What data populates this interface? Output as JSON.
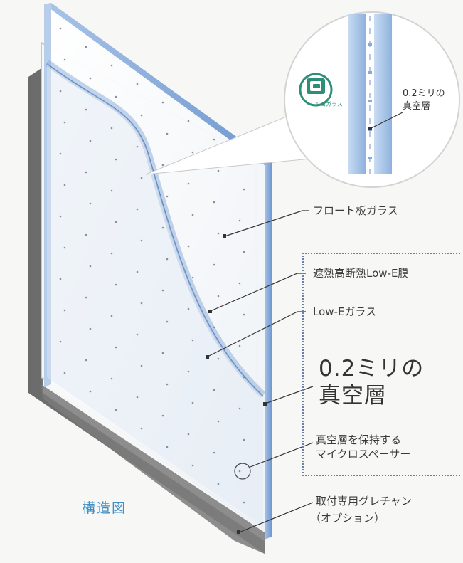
{
  "labels": {
    "float_glass": "フロート板ガラス",
    "lowe_film": "遮熱高断熱Low-E膜",
    "lowe_glass": "Low-Eガラス",
    "vacuum_big_line1": "0.2ミリの",
    "vacuum_big_line2": "真空層",
    "spacer_line1": "真空層を保持する",
    "spacer_line2": "マイクロスペーサー",
    "channel_line1": "取付専用グレチャン",
    "channel_line2": "（オプション）",
    "title": "構造図"
  },
  "magnifier": {
    "gap_line1": "0.2ミリの",
    "gap_line2": "真空層",
    "badge_text": "エコガラス"
  },
  "colors": {
    "glass_edge": "#7fa6d8",
    "accent_title": "#3f8fc4",
    "frame": "#555555",
    "dotted_box": "#6a7ca8"
  }
}
